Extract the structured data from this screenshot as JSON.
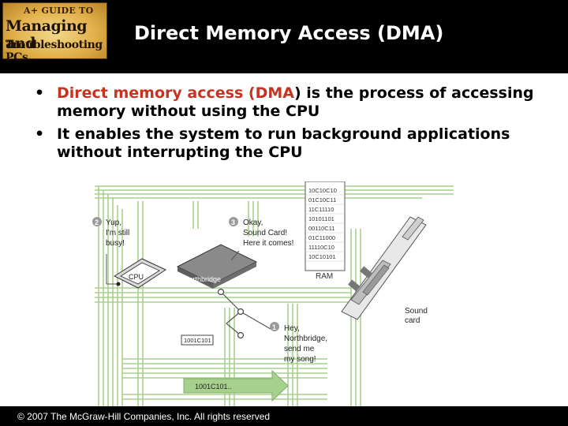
{
  "header": {
    "logo": {
      "line1": "A+ GUIDE TO",
      "line2": "Managing and",
      "line3": "Troubleshooting PCs"
    },
    "title": "Direct Memory Access (DMA)"
  },
  "bullets": [
    {
      "prefix": "Direct memory access (",
      "accent": "DMA",
      "suffix": ") is the process of accessing memory without using the CPU"
    },
    {
      "text": "It enables the system to run background applications without interrupting the CPU"
    }
  ],
  "figure": {
    "ram_rows": [
      "10C10C10",
      "01C10C11",
      "11C11110",
      "10101101",
      "00110C11",
      "01C11000",
      "11110C10",
      "10C10101"
    ],
    "ram_label": "RAM",
    "cpu_label": "CPU",
    "northbridge_label": "Northbridge",
    "sound_card_label_1": "Sound",
    "sound_card_label_2": "card",
    "data_packet_small": "1001C101",
    "data_packet_arrow": "1001C101..",
    "callouts": [
      {
        "num": "2",
        "lines": [
          "Yup,",
          "I'm still",
          "busy!"
        ]
      },
      {
        "num": "3",
        "lines": [
          "Okay,",
          "Sound Card!",
          "Here it comes!"
        ]
      },
      {
        "num": "1",
        "lines": [
          "Hey,",
          "Northbridge,",
          "send me",
          "my song!"
        ]
      }
    ]
  },
  "footer": {
    "copyright": "© 2007 The McGraw-Hill Companies, Inc. All rights reserved"
  },
  "colors": {
    "accent_red": "#c8321e",
    "bus_green": "#a8d08d",
    "header_bg": "#000000"
  }
}
